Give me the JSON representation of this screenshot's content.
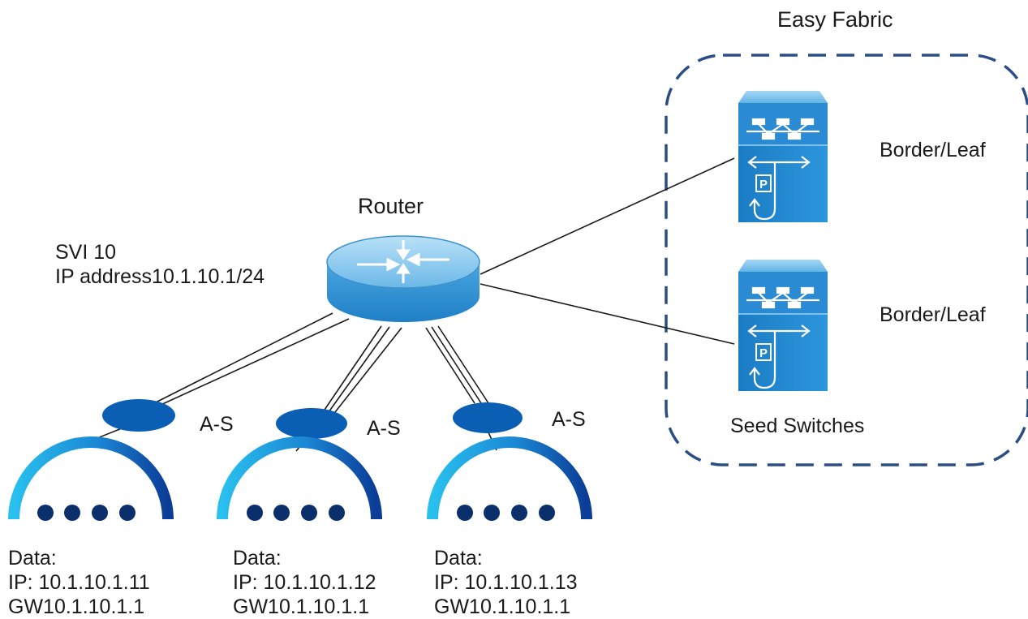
{
  "fabric": {
    "title": "Easy Fabric",
    "group_label": "Seed Switches"
  },
  "router": {
    "label": "Router",
    "svi_line1": "SVI 10",
    "svi_line2": "IP address10.1.10.1/24"
  },
  "switches": [
    {
      "label": "Border/Leaf"
    },
    {
      "label": "Border/Leaf"
    }
  ],
  "access_switches": [
    {
      "label": "A-S"
    },
    {
      "label": "A-S"
    },
    {
      "label": "A-S"
    }
  ],
  "hosts": [
    {
      "line1": "Data:",
      "ip": "IP: 10.1.10.1.11",
      "gw": "GW10.1.10.1.1"
    },
    {
      "line1": "Data:",
      "ip": "IP: 10.1.10.1.12",
      "gw": "GW10.1.10.1.1"
    },
    {
      "line1": "Data:",
      "ip": "IP: 10.1.10.1.13",
      "gw": "GW10.1.10.1.1"
    }
  ],
  "colors": {
    "fabric_border": "#2b4d86",
    "router_top": "#7fc3ec",
    "router_side": "#2c8fd3",
    "switch_body": "#1d86d0",
    "access_switch": "#0a5fb4",
    "cloud_light": "#1eaee6",
    "cloud_dark": "#0d3f9a",
    "dots": "#0b2f6b",
    "link": "#1a1a1a"
  },
  "icons": {
    "router": "router-icon",
    "switch": "layer3-switch-icon",
    "access_switch": "access-switch-icon",
    "host_group": "host-group-icon"
  }
}
